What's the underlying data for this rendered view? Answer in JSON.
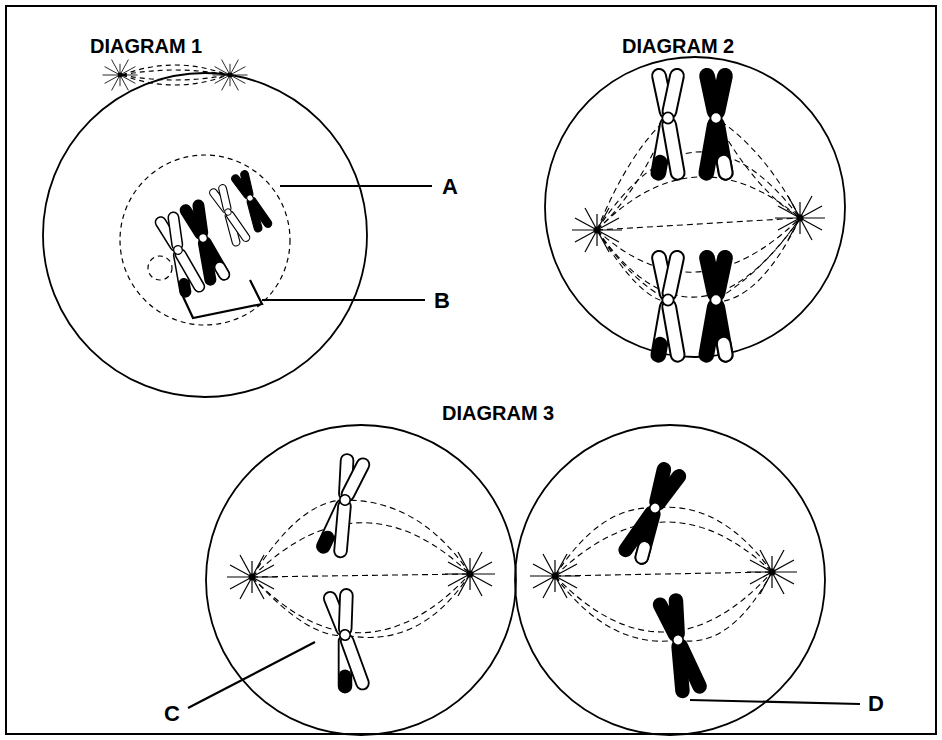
{
  "diagram": {
    "labels": [
      "DIAGRAM 1",
      "DIAGRAM 2",
      "DIAGRAM 3",
      "A",
      "B",
      "C",
      "D"
    ]
  }
}
